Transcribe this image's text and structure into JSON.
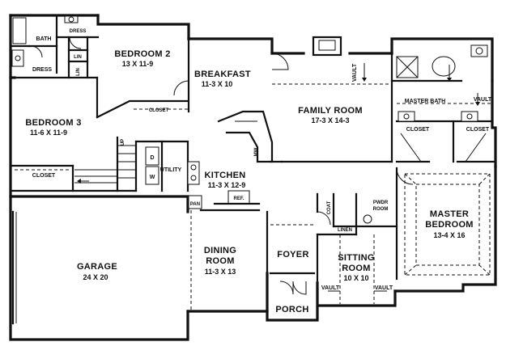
{
  "rooms": {
    "bath": "BATH",
    "dress_top": "DRESS",
    "dress_left": "DRESS",
    "lin_1": "LIN",
    "lin_2": "LIN",
    "bedroom2": {
      "name": "BEDROOM 2",
      "size": "13 X 11-9"
    },
    "bedroom3": {
      "name": "BEDROOM 3",
      "size": "11-6 X 11-9"
    },
    "closet_b2": "CLOSET",
    "closet_b3": "CLOSET",
    "breakfast": {
      "name": "BREAKFAST",
      "size": "11-3 X 10"
    },
    "family_room": {
      "name": "FAMILY ROOM",
      "size": "17-3 X 14-3"
    },
    "master_bath": "MASTER BATH",
    "closet_m1": "CLOSET",
    "closet_m2": "CLOSET",
    "vault_family": "VAULT",
    "vault_master_bath": "VAULT",
    "vault_sitting_left": "VAULT",
    "vault_sitting_right": "VAULT",
    "kitchen": {
      "name": "KITCHEN",
      "size": "11-3 X 12-9"
    },
    "utility": "UTILITY",
    "up": "UP",
    "d": "D",
    "w": "W",
    "mw": "MW",
    "pan": "PAN",
    "ref": "REF.",
    "coat": "COAT",
    "pwdr": {
      "line1": "PWDR",
      "line2": "ROOM"
    },
    "linen": "LINEN",
    "master_bedroom": {
      "line1": "MASTER",
      "line2": "BEDROOM",
      "size": "13-4 X 16"
    },
    "garage": {
      "name": "GARAGE",
      "size": "24 X 20"
    },
    "dining": {
      "line1": "DINING",
      "line2": "ROOM",
      "size": "11-3 X 13"
    },
    "foyer": "FOYER",
    "sitting": {
      "line1": "SITTING",
      "line2": "ROOM",
      "size": "10 X 10"
    },
    "porch": "PORCH"
  }
}
